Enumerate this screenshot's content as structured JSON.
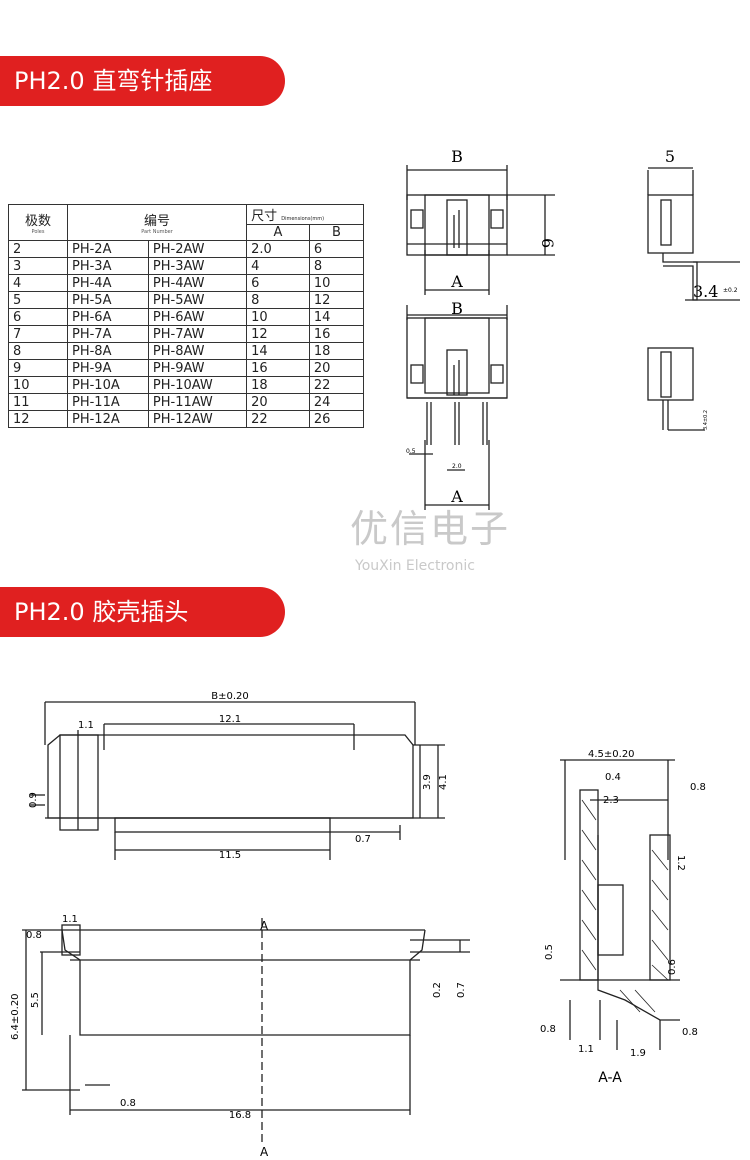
{
  "section1": {
    "title": "PH2.0 直弯针插座"
  },
  "section2": {
    "title": "PH2.0  胶壳插头"
  },
  "table": {
    "h_poles": "极数",
    "h_poles_en": "Poles",
    "h_part": "编号",
    "h_part_en": "Part Number",
    "h_dim": "尺寸",
    "h_dim_en": "Dimensions(mm)",
    "h_a": "A",
    "h_b": "B",
    "rows": [
      [
        "2",
        "PH-2A",
        "PH-2AW",
        "2.0",
        "6"
      ],
      [
        "3",
        "PH-3A",
        "PH-3AW",
        "4",
        "8"
      ],
      [
        "4",
        "PH-4A",
        "PH-4AW",
        "6",
        "10"
      ],
      [
        "5",
        "PH-5A",
        "PH-5AW",
        "8",
        "12"
      ],
      [
        "6",
        "PH-6A",
        "PH-6AW",
        "10",
        "14"
      ],
      [
        "7",
        "PH-7A",
        "PH-7AW",
        "12",
        "16"
      ],
      [
        "8",
        "PH-8A",
        "PH-8AW",
        "14",
        "18"
      ],
      [
        "9",
        "PH-9A",
        "PH-9AW",
        "16",
        "20"
      ],
      [
        "10",
        "PH-10A",
        "PH-10AW",
        "18",
        "22"
      ],
      [
        "11",
        "PH-11A",
        "PH-11AW",
        "20",
        "24"
      ],
      [
        "12",
        "PH-12A",
        "PH-12AW",
        "22",
        "26"
      ]
    ]
  },
  "watermark": {
    "cn": "优信电子",
    "en": "YouXin Electronic"
  },
  "drawing1": {
    "b": "B",
    "a": "A",
    "h6": "6",
    "w5": "5",
    "pin": "3.4",
    "tol": "±0.2",
    "d05": "0.5",
    "d20": "2.0",
    "tol2": "3.4±0.2"
  },
  "drawing2": {
    "btol": "B±0.20",
    "d11": "1.1",
    "d121": "12.1",
    "d39": "3.9",
    "d41": "4.1",
    "d09": "0.9",
    "d07": "0.7",
    "d115": "11.5",
    "d08": "0.8",
    "d64": "6.4±0.20",
    "d55": "5.5",
    "d02": "0.2",
    "d168": "16.8",
    "secA": "A",
    "d45": "4.5±0.20",
    "d04": "0.4",
    "d23": "2.3",
    "d12": "1.2",
    "d05": "0.5",
    "d06": "0.6",
    "d19": "1.9",
    "aa": "A-A"
  }
}
